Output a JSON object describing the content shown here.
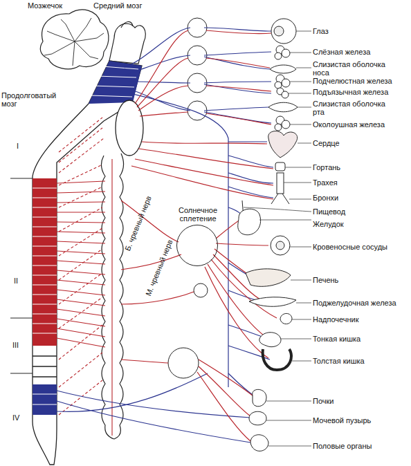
{
  "diagram": {
    "nodes": [
      {
        "text": [
          "Солнечное сплетение"
        ]
      }
    ],
    "labels": [
      "Мозжечок",
      "Средний мозг",
      "Продолговатый мозг",
      "I",
      "II",
      "III",
      "IV",
      "Б. чревный нерв",
      "М. чревный нерв",
      "Глаз",
      "Слёзная железа",
      "Слизистая оболочка носа",
      "Подчелюстная железа",
      "Подъязычная железа",
      "Слизистая оболочка рта",
      "Околоушная железа",
      "Сердце",
      "Гортань",
      "Трахея",
      "Бронхи",
      "Пищевод",
      "Желудок",
      "Кровеносные сосуды",
      "Печень",
      "Поджелудочная железа",
      "Надпочечник",
      "Тонкая кишка",
      "Толстая кишка",
      "Почки",
      "Мочевой пузырь",
      "Половые органы"
    ]
  }
}
